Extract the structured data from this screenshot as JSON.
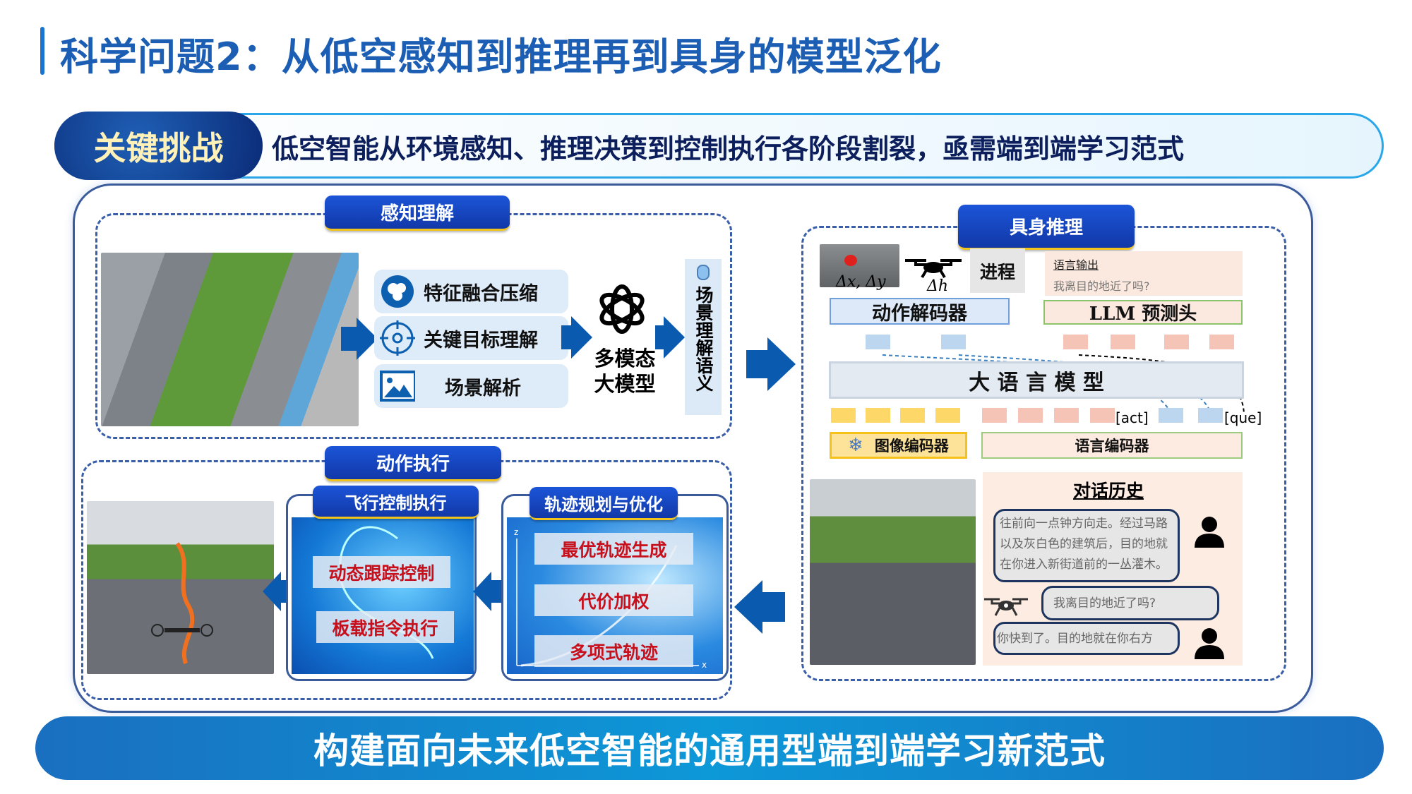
{
  "title": "科学问题2：从低空感知到推理再到具身的模型泛化",
  "challenge": {
    "tag": "关键挑战",
    "text": "低空智能从环境感知、推理决策到控制执行各阶段割裂，亟需端到端学习范式"
  },
  "perception": {
    "header": "感知理解",
    "items": [
      {
        "label": "特征融合压缩",
        "icon": "circles-icon"
      },
      {
        "label": "关键目标理解",
        "icon": "target-icon"
      },
      {
        "label": "场景解析",
        "icon": "image-icon"
      }
    ],
    "model_line1": "多模态",
    "model_line2": "大模型",
    "semantic": "场景理解语义"
  },
  "embodied": {
    "header": "具身推理",
    "delta_xy": "Δx, Δy",
    "delta_h": "Δh",
    "progress": "进程",
    "lang_output_title": "语言输出",
    "lang_output_text": "我离目的地近了吗?",
    "action_decoder": "动作解码器",
    "llm_head": "LLM 预测头",
    "llm": "大 语 言 模 型",
    "act_token": "[act]",
    "que_token": "[que]",
    "image_encoder": "图像编码器",
    "text_encoder": "语言编码器",
    "history_title": "对话历史",
    "dialog": [
      "往前向一点钟方向走。经过马路以及灰白色的建筑后，目的地就在你进入新街道前的一丛灌木。",
      "我离目的地近了吗?",
      "你快到了。目的地就在你右方"
    ]
  },
  "action": {
    "header": "动作执行",
    "flight": {
      "header": "飞行控制执行",
      "items": [
        "动态跟踪控制",
        "板载指令执行"
      ]
    },
    "trajectory": {
      "header": "轨迹规划与优化",
      "items": [
        "最优轨迹生成",
        "代价加权",
        "多项式轨迹"
      ],
      "axis_z": "z",
      "axis_x": "x"
    }
  },
  "footer": "构建面向未来低空智能的通用型端到端学习新范式",
  "colors": {
    "accent": "#1b5eb4",
    "tab": "#1b55d8",
    "arrow": "#0a5bb0",
    "label_red": "#c8101c"
  }
}
